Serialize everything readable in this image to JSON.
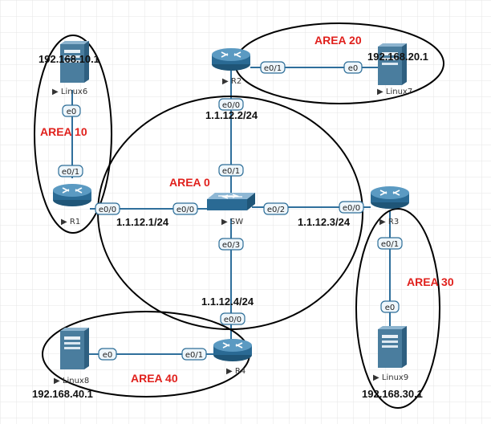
{
  "areas": {
    "area0": "AREA 0",
    "area10": "AREA 10",
    "area20": "AREA 20",
    "area30": "AREA 30",
    "area40": "AREA 40"
  },
  "devices": {
    "r1": "R1",
    "r2": "R2",
    "r3": "R3",
    "r4": "R4",
    "sw": "SW",
    "linux6": "Linux6",
    "linux7": "Linux7",
    "linux8": "Linux8",
    "linux9": "Linux9"
  },
  "addresses": {
    "r1": "1.1.12.1/24",
    "r2": "1.1.12.2/24",
    "r3": "1.1.12.3/24",
    "r4": "1.1.12.4/24",
    "linux6": "192.168.10.1",
    "linux7": "192.168.20.1",
    "linux8": "192.168.40.1",
    "linux9": "192.168.30.1"
  },
  "interfaces": {
    "linux6_e0": "e0",
    "r1_e01": "e0/1",
    "r1_e00": "e0/0",
    "sw_e00": "e0/0",
    "sw_e01": "e0/1",
    "sw_e02": "e0/2",
    "sw_e03": "e0/3",
    "r2_e00": "e0/0",
    "r2_e01": "e0/1",
    "linux7_e0": "e0",
    "r3_e00": "e0/0",
    "r3_e01": "e0/1",
    "linux9_e0": "e0",
    "r4_e00": "e0/0",
    "r4_e01": "e0/1",
    "linux8_e0": "e0"
  },
  "colors": {
    "area_label": "#e0201c",
    "link": "#2f6f9c",
    "router": "#2a6a94",
    "server": "#4a7d9e"
  }
}
